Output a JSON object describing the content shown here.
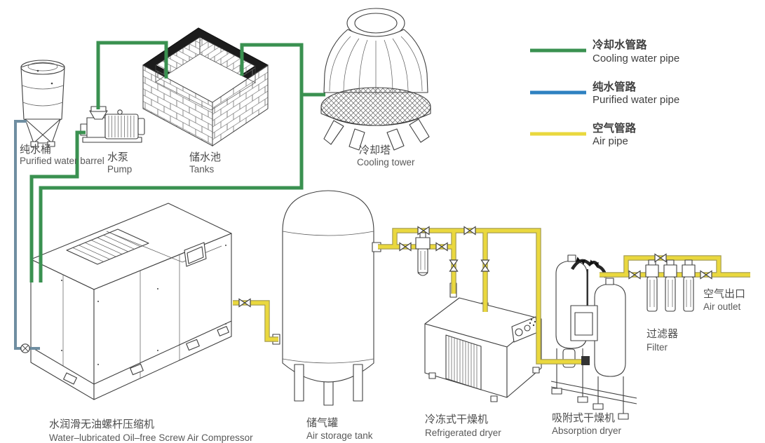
{
  "legend": {
    "items": [
      {
        "zh": "冷却水管路",
        "en": "Cooling water pipe",
        "color": "#3a9150"
      },
      {
        "zh": "纯水管路",
        "en": "Purified water pipe",
        "color": "#2e81c1"
      },
      {
        "zh": "空气管路",
        "en": "Air pipe",
        "color": "#ead83e"
      }
    ]
  },
  "equipment": {
    "barrel": {
      "zh": "纯水桶",
      "en": "Purified water barrel"
    },
    "pump": {
      "zh": "水泵",
      "en": "Pump"
    },
    "tanks": {
      "zh": "储水池",
      "en": "Tanks"
    },
    "cooling_tower": {
      "zh": "冷却塔",
      "en": "Cooling tower"
    },
    "compressor": {
      "zh": "水润滑无油螺杆压缩机",
      "en": "Water–lubricated Oil–free Screw Air Compressor"
    },
    "air_tank": {
      "zh": "储气罐",
      "en": "Air storage tank"
    },
    "refrigerated_dryer": {
      "zh": "冷冻式干燥机",
      "en": "Refrigerated dryer"
    },
    "absorption_dryer": {
      "zh": "吸附式干燥机",
      "en": "Absorption dryer"
    },
    "filter": {
      "zh": "过滤器",
      "en": "Filter"
    },
    "air_outlet": {
      "zh": "空气出口",
      "en": "Air outlet"
    }
  },
  "pipes": {
    "cooling_water": "#3a9150",
    "purified_water_pipe": "#6f8ea1",
    "air": "#ead83e"
  },
  "icons": {
    "valve": "bowtie-valve",
    "shutoff_valve": "circle-x-valve",
    "legend_swatch": "pipe-color-line"
  }
}
